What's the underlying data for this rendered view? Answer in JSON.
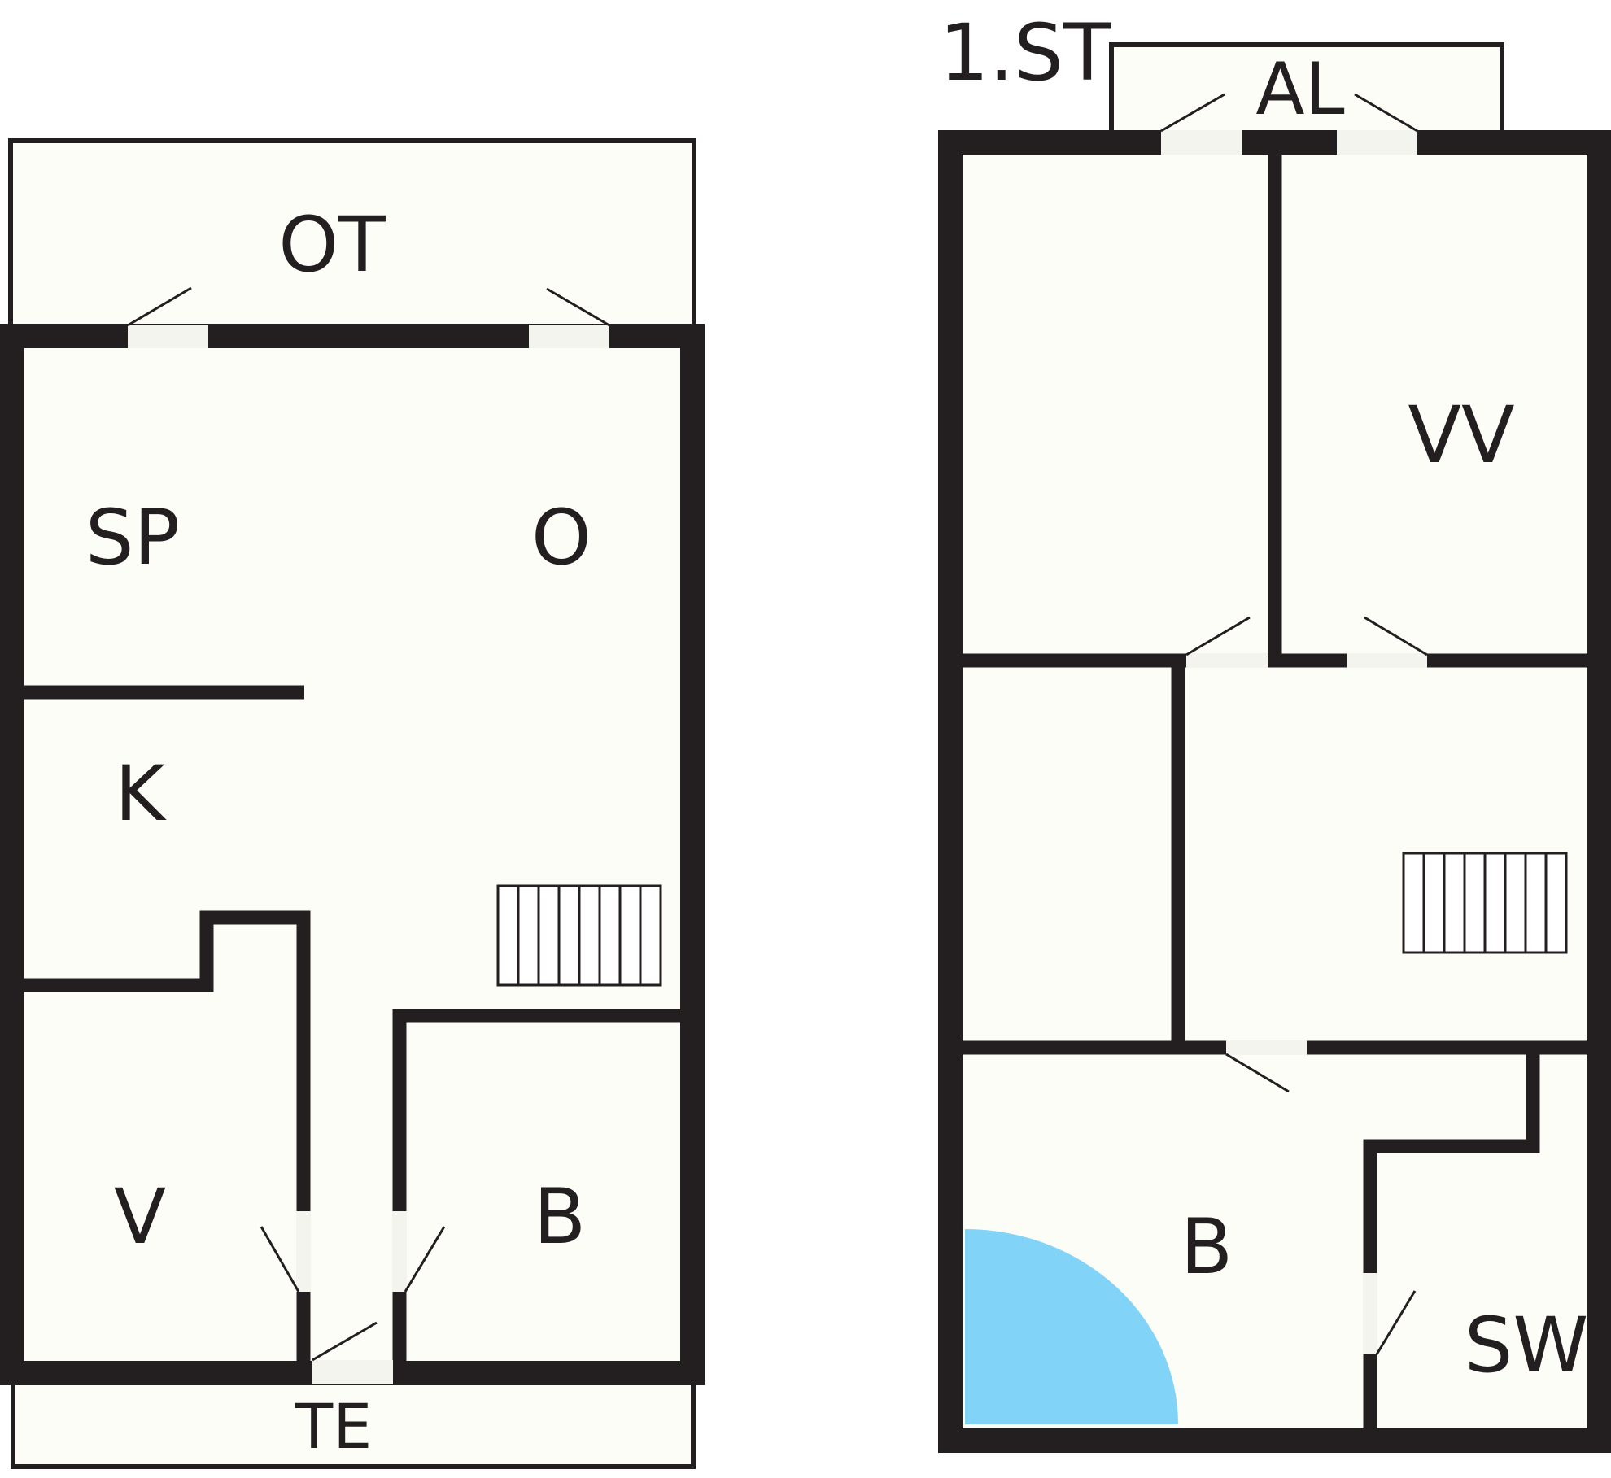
{
  "colors": {
    "wall": "#231f20",
    "floor": "#fdfdf8",
    "paper": "#ffffff",
    "door_gap": "#f4f4ee",
    "shower": "#81d4f7"
  },
  "ground_floor": {
    "rooms": {
      "ot": "OT",
      "sp": "SP",
      "o": "O",
      "k": "K",
      "v": "V",
      "b": "B",
      "te": "TE"
    }
  },
  "first_floor": {
    "title": "1.ST",
    "rooms": {
      "al": "AL",
      "vv": "VV",
      "b": "B",
      "sw": "SW"
    }
  }
}
